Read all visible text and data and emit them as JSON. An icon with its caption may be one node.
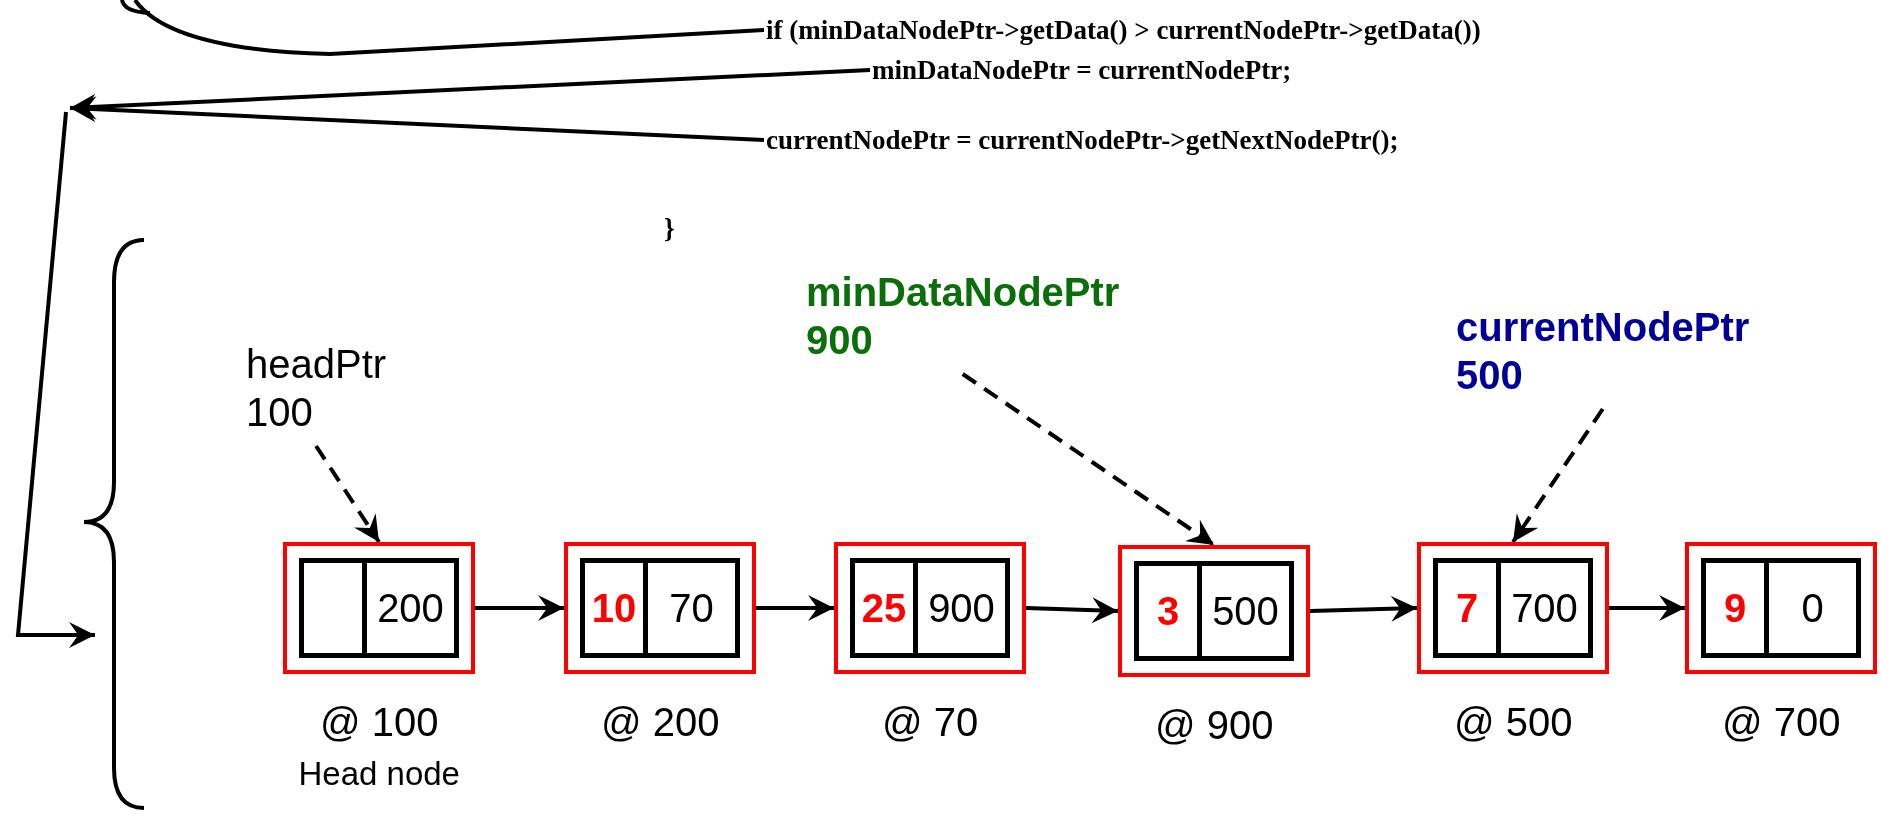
{
  "diagram": {
    "nodes": [
      {
        "text": [
          "if (minDataNodePtr->getData() > currentNodePtr->getData())"
        ]
      },
      {
        "text": [
          "minDataNodePtr = currentNodePtr;"
        ]
      },
      {
        "text": [
          "currentNodePtr = currentNodePtr->getNextNodePtr();"
        ]
      },
      {
        "text": [
          "minDataNodePtr",
          "900"
        ]
      },
      {
        "text": [
          "currentNodePtr",
          "500"
        ]
      },
      {
        "text": [
          "headPtr",
          "100"
        ]
      },
      {
        "text": [
          "200"
        ],
        "beside": [
          "@ 100",
          "Head node"
        ]
      },
      {
        "text": [
          "10",
          "70"
        ],
        "beside": [
          "@ 200"
        ]
      },
      {
        "text": [
          "25",
          "900"
        ],
        "beside": [
          "@ 70"
        ]
      },
      {
        "text": [
          "3",
          "500"
        ],
        "beside": [
          "@ 900"
        ]
      },
      {
        "text": [
          "7",
          "700"
        ],
        "beside": [
          "@ 500"
        ]
      },
      {
        "text": [
          "9",
          "0"
        ],
        "beside": [
          "@ 700"
        ]
      }
    ],
    "edges": [
      {
        "from": 0,
        "to": null,
        "arrow": "none"
      },
      {
        "from": 1,
        "to": null,
        "arrow": "to"
      },
      {
        "from": 2,
        "to": null,
        "arrow": "to"
      },
      {
        "from": 3,
        "to": 9,
        "arrow": "to",
        "style": "dashed"
      },
      {
        "from": 4,
        "to": 10,
        "arrow": "to",
        "style": "dashed"
      },
      {
        "from": 5,
        "to": 6,
        "arrow": "to",
        "style": "dashed"
      },
      {
        "from": 6,
        "to": 7,
        "arrow": "to"
      },
      {
        "from": 7,
        "to": 8,
        "arrow": "to"
      },
      {
        "from": 8,
        "to": 9,
        "arrow": "to"
      },
      {
        "from": 9,
        "to": 10,
        "arrow": "to"
      },
      {
        "from": 10,
        "to": 11,
        "arrow": "to"
      }
    ],
    "labels": [
      "}"
    ]
  }
}
